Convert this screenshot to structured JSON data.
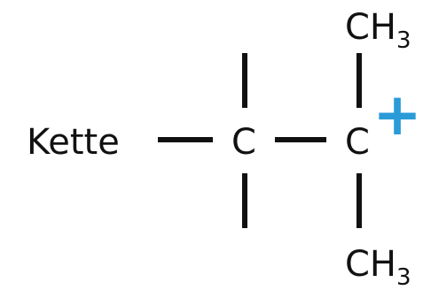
{
  "molecule": {
    "chain_label": "Kette",
    "carbon_left": "C",
    "carbon_right": "C",
    "methyl_top": {
      "main": "CH",
      "subscript": "3"
    },
    "methyl_bottom": {
      "main": "CH",
      "subscript": "3"
    },
    "charge_symbol": "+"
  },
  "colors": {
    "ink": "#111111",
    "charge": "#2b9bd8",
    "background": "#ffffff"
  }
}
